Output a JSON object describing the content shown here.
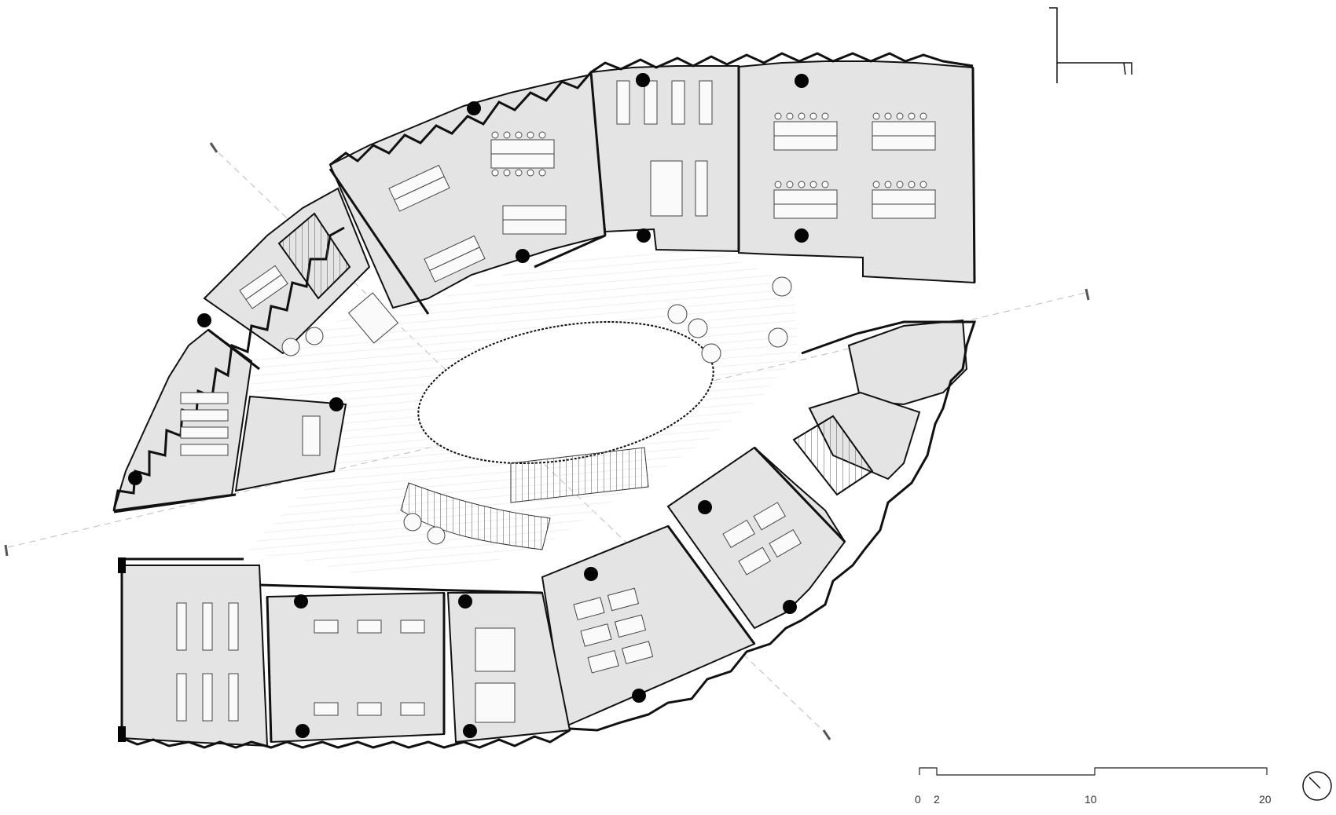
{
  "scale_bar": {
    "ticks": [
      "0",
      "2",
      "10",
      "20"
    ]
  },
  "north_arrow": {
    "icon": "north-arrow-icon"
  }
}
